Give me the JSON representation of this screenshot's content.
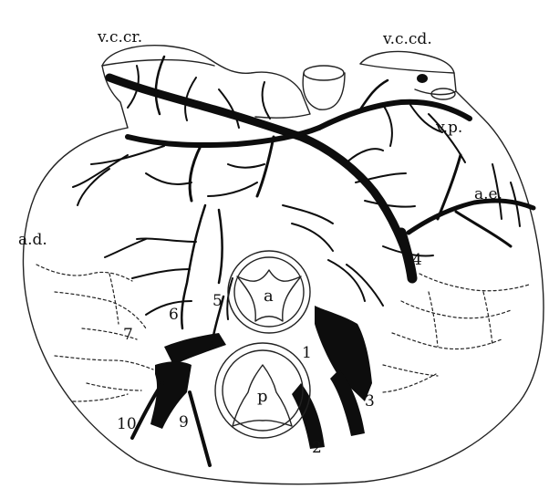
{
  "labels": {
    "vccr": "v.c.cr.",
    "vccd": "v.c.cd.",
    "vp": "v.p.",
    "ae": "a.e.",
    "ad": "a.d."
  },
  "valves": {
    "aortic": "a",
    "pulmonary": "p"
  },
  "numbers": [
    "1",
    "2",
    "3",
    "4",
    "5",
    "6",
    "7",
    "9",
    "10"
  ]
}
